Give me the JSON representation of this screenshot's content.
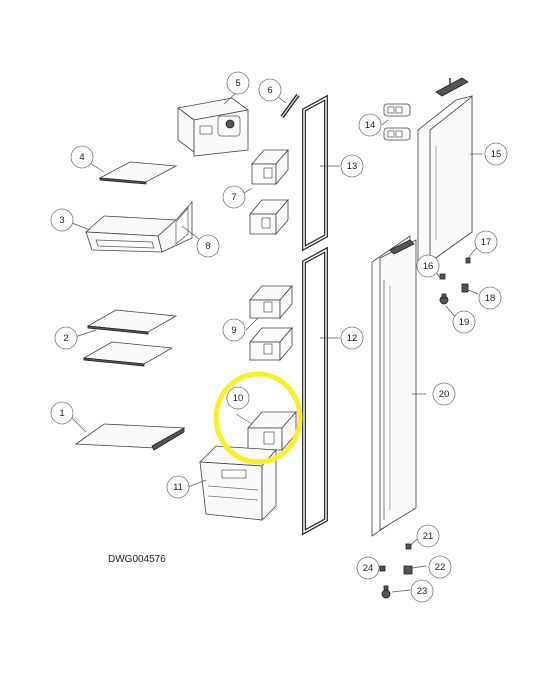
{
  "drawing_id": "DWG004576",
  "highlight_color": "#f6ef2a",
  "callouts": [
    "1",
    "2",
    "3",
    "4",
    "5",
    "6",
    "7",
    "8",
    "9",
    "10",
    "11",
    "12",
    "13",
    "14",
    "15",
    "16",
    "17",
    "18",
    "19",
    "20",
    "21",
    "22",
    "23",
    "24"
  ]
}
